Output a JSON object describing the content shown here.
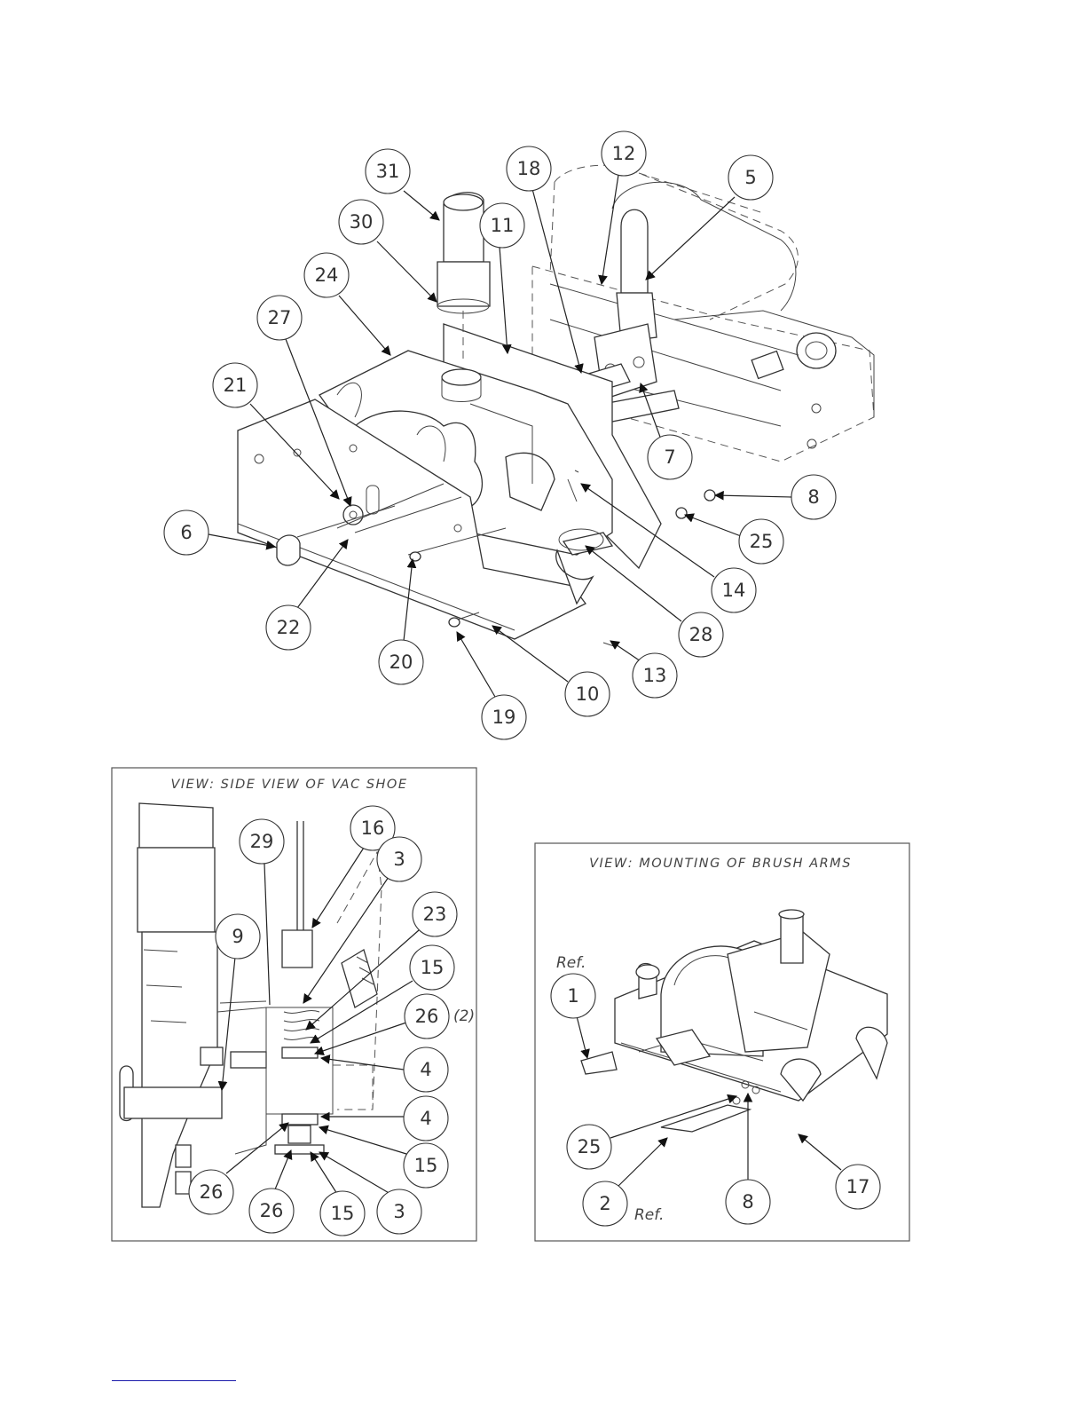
{
  "main_view": {
    "callouts": [
      "31",
      "30",
      "24",
      "27",
      "21",
      "6",
      "22",
      "20",
      "19",
      "10",
      "13",
      "28",
      "14",
      "25",
      "8",
      "7",
      "11",
      "18",
      "12",
      "5"
    ]
  },
  "side_view": {
    "title": "VIEW: SIDE VIEW OF VAC SHOE",
    "callouts": [
      "29",
      "16",
      "3",
      "23",
      "15",
      "26",
      "4",
      "4",
      "15",
      "3",
      "15",
      "26",
      "26",
      "9"
    ],
    "qty_note": "(2)"
  },
  "brush_view": {
    "title": "VIEW: MOUNTING OF BRUSH ARMS",
    "callouts": [
      "1",
      "25",
      "2",
      "8",
      "17"
    ],
    "ref_label_top": "Ref.",
    "ref_label_bottom": "Ref."
  }
}
